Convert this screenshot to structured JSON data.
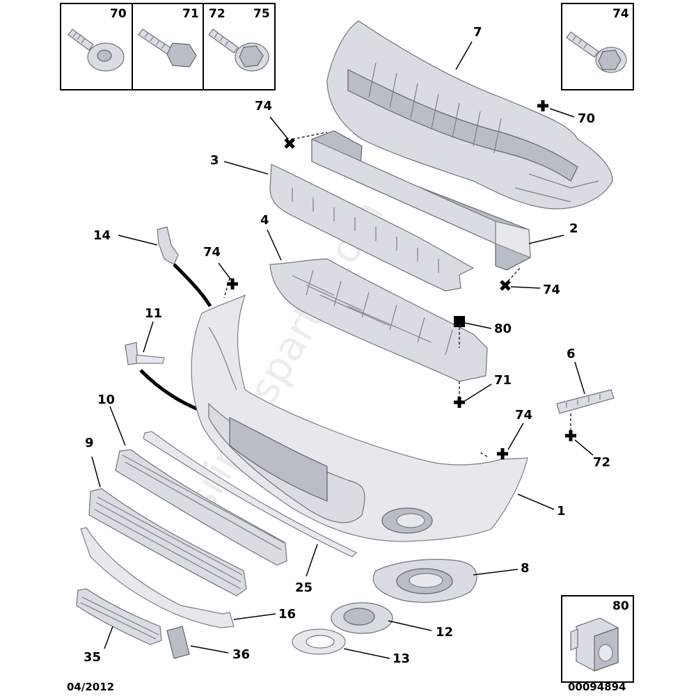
{
  "diagram": {
    "footer_left": "04/2012",
    "footer_right": "00094894",
    "watermark": "sriparisparts.com",
    "detail_boxes": {
      "screws": [
        "70",
        "71",
        "72",
        "75"
      ],
      "screw_74": "74",
      "clip_80": "80"
    },
    "callouts": {
      "p7": "7",
      "p70": "70",
      "p74_top": "74",
      "p3": "3",
      "p2": "2",
      "p74_right": "74",
      "p4": "4",
      "p14": "14",
      "p74_left": "74",
      "p80": "80",
      "p11": "11",
      "p71": "71",
      "p6": "6",
      "p10": "10",
      "p74_bumper": "74",
      "p72": "72",
      "p9": "9",
      "p1": "1",
      "p8": "8",
      "p25": "25",
      "p16": "16",
      "p12": "12",
      "p35": "35",
      "p36": "36",
      "p13": "13"
    }
  }
}
